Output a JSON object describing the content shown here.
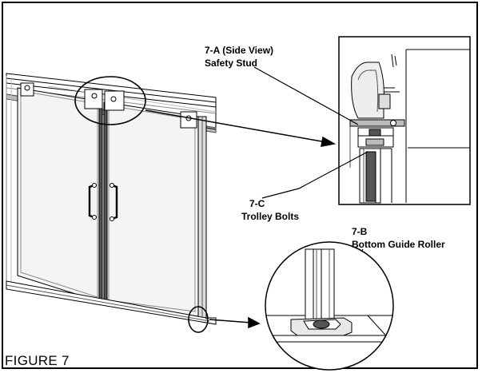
{
  "labels": {
    "a_title": "7-A (Side View)",
    "a_sub": "Safety Stud",
    "c_title": "7-C",
    "c_sub": "Trolley Bolts",
    "b_title": "7-B",
    "b_sub": "Bottom Guide Roller"
  },
  "caption": "FIGURE 7",
  "colors": {
    "line": "#000000",
    "shade": "#bbbbbb",
    "dark": "#555555",
    "glass": "#f4f4f4"
  }
}
